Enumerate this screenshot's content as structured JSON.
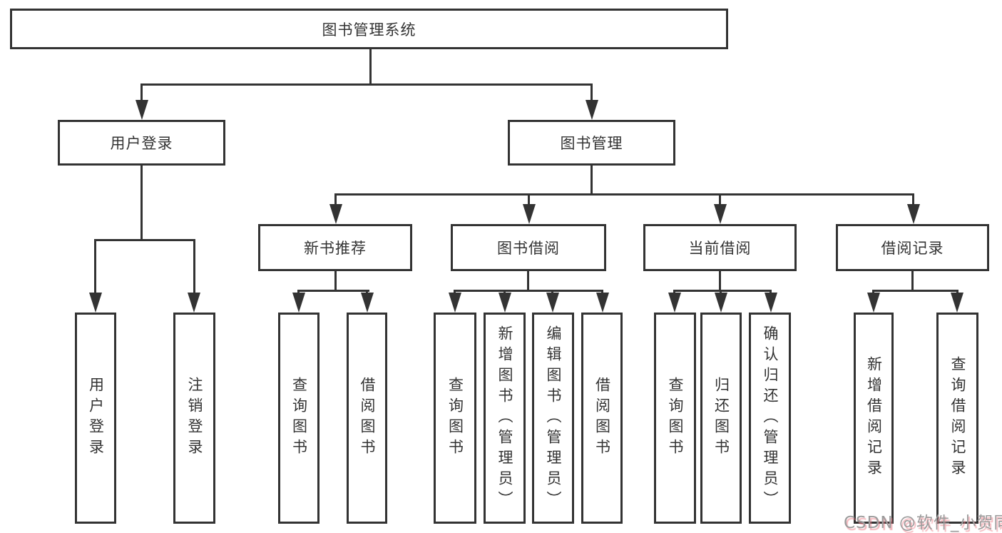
{
  "diagram": {
    "root": "图书管理系统",
    "level2": [
      "用户登录",
      "图书管理"
    ],
    "level3": [
      "新书推荐",
      "图书借阅",
      "当前借阅",
      "借阅记录"
    ],
    "level4_user_login": [
      "用户登录",
      "注销登录"
    ],
    "level4_new_book": [
      "查询图书",
      "借阅图书"
    ],
    "level4_book_borrow": [
      "查询图书",
      "新增图书（管理员）",
      "编辑图书（管理员）",
      "借阅图书"
    ],
    "level4_current_borrow": [
      "查询图书",
      "归还图书",
      "确认归还（管理员）"
    ],
    "level4_borrow_record": [
      "新增借阅记录",
      "查询借阅记录"
    ]
  },
  "watermark": "CSDN @软件_小贺同学",
  "colors": {
    "line": "#333333",
    "box_border": "#333333",
    "text": "#333333",
    "background": "#ffffff",
    "watermark_text": "#9c9c9c",
    "watermark_shadow": "#eb7682"
  }
}
